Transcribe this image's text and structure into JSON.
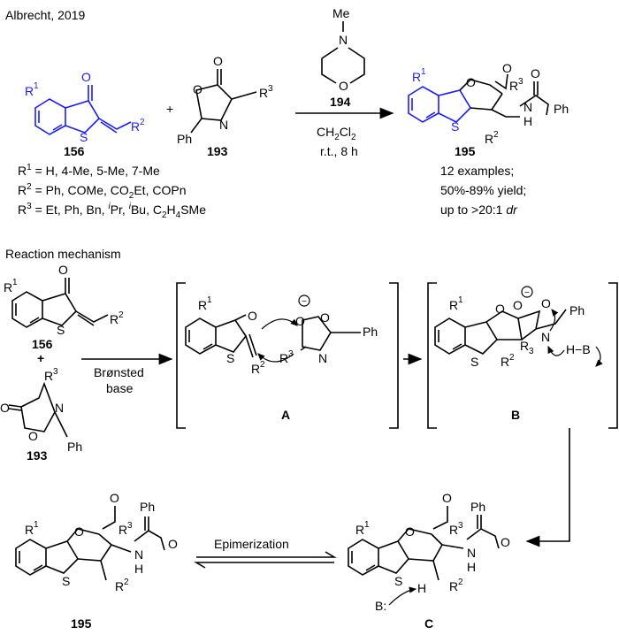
{
  "header": {
    "citation": "Albrecht, 2019"
  },
  "reaction": {
    "reactant1": {
      "id": "156",
      "sub_r1": "R",
      "sup_1": "1",
      "sub_r2": "R",
      "sup_2": "2",
      "oxygen": "O",
      "sulfur": "S"
    },
    "plus": "+",
    "reactant2": {
      "id": "193",
      "phenyl": "Ph",
      "r3": "R",
      "sup_3": "3",
      "oxygen": "O",
      "nitrogen": "N"
    },
    "catalyst": {
      "id": "194",
      "methyl": "Me",
      "nitrogen": "N",
      "oxygen": "O"
    },
    "solvent": {
      "pre": "CH",
      "sub1": "2",
      "mid": "Cl",
      "sub2": "2"
    },
    "conditions": "r.t., 8 h",
    "product": {
      "id": "195",
      "phenyl": "Ph",
      "nh": "N",
      "h": "H"
    },
    "conditions_list": [
      {
        "label": "R",
        "sup": "1",
        "text": " = H, 4-Me, 5-Me, 7-Me"
      },
      {
        "label": "R",
        "sup": "2",
        "text": " = Ph, COMe, CO"
      },
      {
        "label": "R",
        "sup": "3",
        "text": " = Et, Ph, Bn, "
      }
    ],
    "r2_tail": {
      "sub": "2",
      "text": "Et,  COPn"
    },
    "r3_tail": {
      "ipr_i": "i",
      "ipr": "Pr, ",
      "ibu_i": "i",
      "ibu": "Bu, C",
      "c_sub1": "2",
      "h": "H",
      "c_sub2": "4",
      "sme": "SMe"
    },
    "results": {
      "line1": "12 examples;",
      "line2": "50%-89% yield;",
      "line3_pre": "up to >20:1 ",
      "line3_dr": "dr"
    }
  },
  "mechanism": {
    "title": "Reaction mechanism",
    "base_label_1": "Brønsted",
    "base_label_2": "base",
    "intermediates": [
      "A",
      "B",
      "C"
    ],
    "epimerization": "Epimerization",
    "b_atom": "B",
    "hb": "H",
    "r3_sub": "3"
  }
}
